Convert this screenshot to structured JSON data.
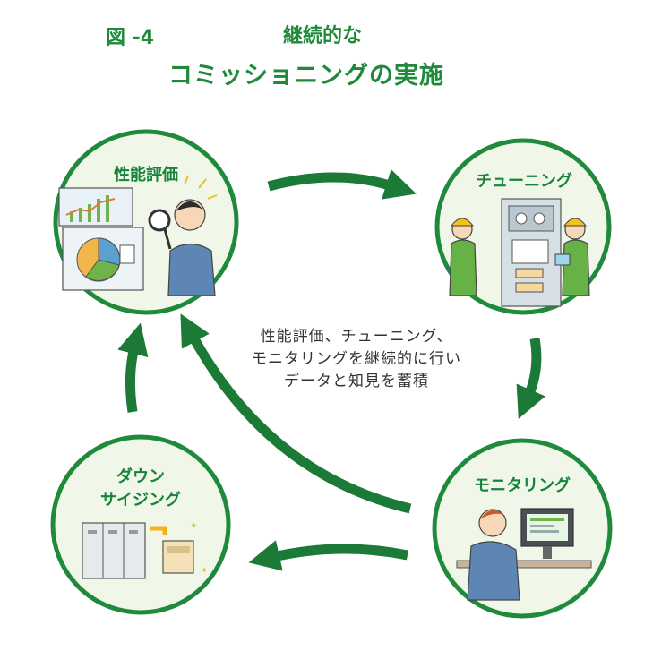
{
  "figure_label": "図 -4",
  "title_line1": "継続的な",
  "title_line2": "コミッショニングの実施",
  "nodes": {
    "evaluation": "性能評価",
    "tuning": "チューニング",
    "monitoring": "モニタリング",
    "downsizing_line1": "ダウン",
    "downsizing_line2": "サイジング"
  },
  "center_text": {
    "line1": "性能評価、チューニング、",
    "line2": "モニタリングを継続的に行い",
    "line3": "データと知見を蓄積"
  },
  "colors": {
    "accent_green": "#1f8a3c",
    "circle_fill": "#f0f7e9",
    "arrow_green": "#1c7a37"
  }
}
